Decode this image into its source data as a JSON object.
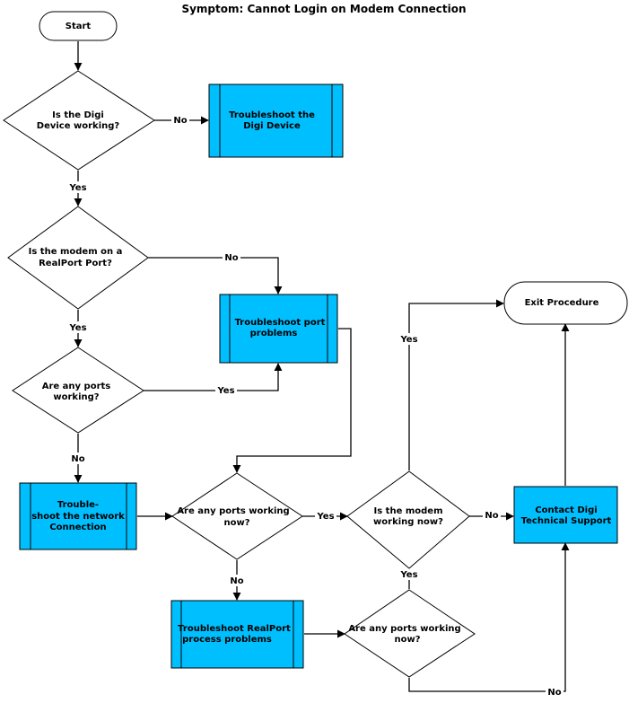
{
  "title": "Symptom: Cannot Login on Modem Connection",
  "colors": {
    "process_fill": "#00bfff",
    "stroke": "#000000",
    "background": "#ffffff"
  },
  "nodes": {
    "start": {
      "kind": "terminal",
      "lines": [
        "Start"
      ]
    },
    "device_working": {
      "kind": "decision",
      "lines": [
        "Is the Digi",
        "Device working?"
      ]
    },
    "troubleshoot_device": {
      "kind": "process",
      "lines": [
        "Troubleshoot  the",
        "Digi Device"
      ]
    },
    "modem_on_realport": {
      "kind": "decision",
      "lines": [
        "Is the modem on a",
        "RealPort Port?"
      ]
    },
    "troubleshoot_port": {
      "kind": "process",
      "lines": [
        "Troubleshoot port",
        "problems"
      ]
    },
    "ports_working": {
      "kind": "decision",
      "lines": [
        "Are any ports",
        "working?"
      ]
    },
    "troubleshoot_network": {
      "kind": "process",
      "lines": [
        "Trouble-",
        "shoot the network",
        "Connection"
      ]
    },
    "ports_working_now_1": {
      "kind": "decision",
      "lines": [
        "Are any ports working",
        "now?"
      ]
    },
    "modem_working_now": {
      "kind": "decision",
      "lines": [
        "Is the modem",
        "working now?"
      ]
    },
    "contact_support": {
      "kind": "process",
      "lines": [
        "Contact Digi",
        "Technical Support"
      ]
    },
    "exit_procedure": {
      "kind": "terminal",
      "lines": [
        "Exit Procedure"
      ]
    },
    "troubleshoot_realport": {
      "kind": "process",
      "lines": [
        "Troubleshoot RealPort",
        "process problems"
      ]
    },
    "ports_working_now_2": {
      "kind": "decision",
      "lines": [
        "Are any ports working",
        "now?"
      ]
    }
  },
  "edges": [
    {
      "id": "start-to-device",
      "label": ""
    },
    {
      "id": "device-no",
      "label": "No"
    },
    {
      "id": "device-yes",
      "label": "Yes"
    },
    {
      "id": "realport-no",
      "label": "No"
    },
    {
      "id": "realport-yes",
      "label": "Yes"
    },
    {
      "id": "ports-yes",
      "label": "Yes"
    },
    {
      "id": "ports-no",
      "label": "No"
    },
    {
      "id": "port-problems-out",
      "label": ""
    },
    {
      "id": "network-out",
      "label": ""
    },
    {
      "id": "now1-yes",
      "label": "Yes"
    },
    {
      "id": "now1-no",
      "label": "No"
    },
    {
      "id": "modem-yes",
      "label": "Yes"
    },
    {
      "id": "modem-no",
      "label": "No"
    },
    {
      "id": "support-out",
      "label": ""
    },
    {
      "id": "realport-problems-out",
      "label": ""
    },
    {
      "id": "now2-yes",
      "label": "Yes"
    },
    {
      "id": "now2-no",
      "label": "No"
    }
  ]
}
